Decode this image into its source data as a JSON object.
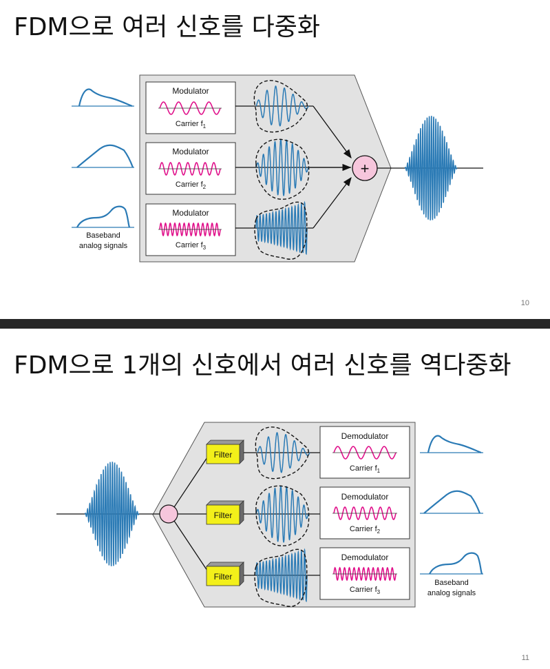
{
  "slide1": {
    "title": "FDM으로 여러 신호를 다중화",
    "page_number": "10",
    "modulators": [
      {
        "label": "Modulator",
        "carrier": "Carrier f",
        "sub": "1"
      },
      {
        "label": "Modulator",
        "carrier": "Carrier f",
        "sub": "2"
      },
      {
        "label": "Modulator",
        "carrier": "Carrier f",
        "sub": "3"
      }
    ],
    "baseband_label_line1": "Baseband",
    "baseband_label_line2": "analog signals",
    "adder_symbol": "+"
  },
  "slide2": {
    "title": "FDM으로 1개의 신호에서 여러 신호를 역다중화",
    "page_number": "11",
    "filter_label": "Filter",
    "demodulators": [
      {
        "label": "Demodulator",
        "carrier": "Carrier f",
        "sub": "1"
      },
      {
        "label": "Demodulator",
        "carrier": "Carrier f",
        "sub": "2"
      },
      {
        "label": "Demodulator",
        "carrier": "Carrier f",
        "sub": "3"
      }
    ],
    "baseband_label_line1": "Baseband",
    "baseband_label_line2": "analog signals"
  },
  "colors": {
    "signal_blue": "#2a7ab5",
    "carrier_magenta": "#e0108a",
    "filter_yellow": "#f3f01a",
    "adder_pink": "#f6c6dc",
    "panel_gray": "#e2e2e2",
    "divider": "#262626"
  }
}
